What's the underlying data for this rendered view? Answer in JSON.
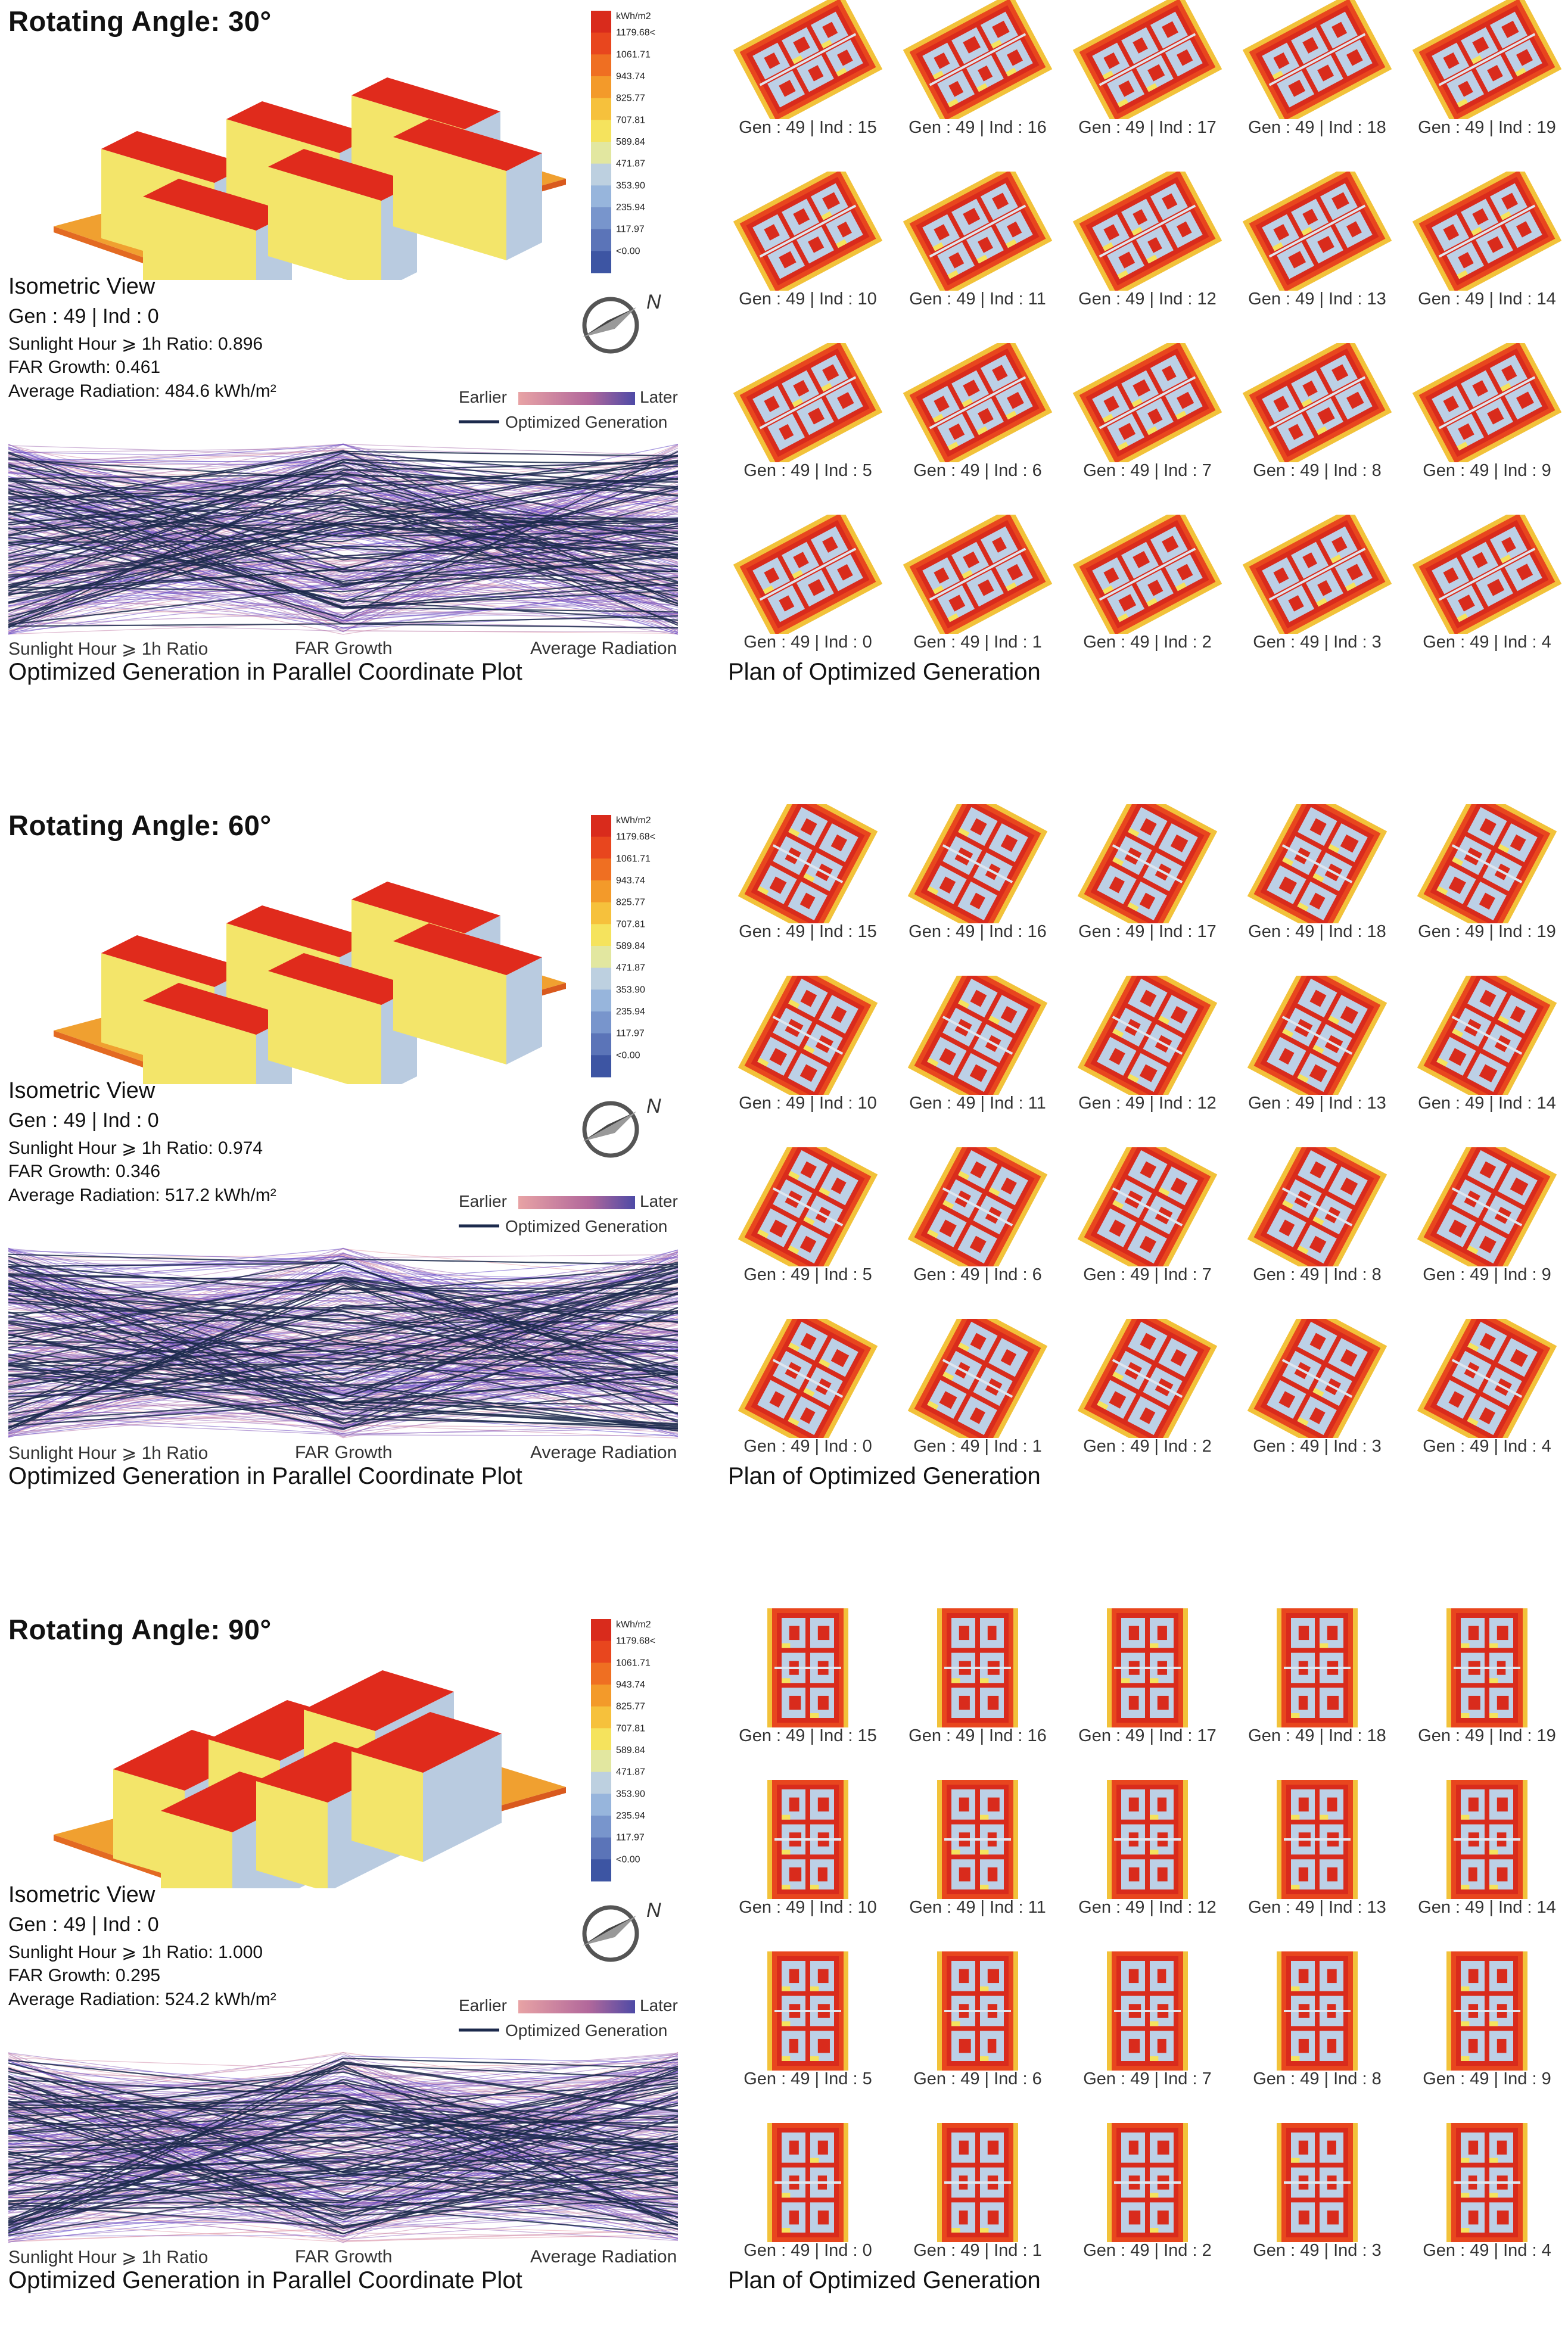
{
  "colorbar": {
    "unit": "kWh/m2",
    "ticks": [
      "1179.68<",
      "1061.71",
      "943.74",
      "825.77",
      "707.81",
      "589.84",
      "471.87",
      "353.90",
      "235.94",
      "117.97",
      "<0.00"
    ],
    "colors": [
      "#d92b1c",
      "#e8461e",
      "#ef6f22",
      "#f39a2a",
      "#f6c13c",
      "#f5e35d",
      "#e2e7a0",
      "#bdd0e0",
      "#97b5dc",
      "#7895cc",
      "#5b74b8",
      "#3d55a3"
    ]
  },
  "labels": {
    "iso_view": "Isometric View",
    "legend_earlier": "Earlier",
    "legend_later": "Later",
    "legend_optimized": "Optimized Generation",
    "axis_sunlight": "Sunlight Hour ⩾ 1h Ratio",
    "axis_far": "FAR Growth",
    "axis_radiation": "Average Radiation",
    "pcp_caption": "Optimized Generation in Parallel Coordinate Plot",
    "plan_caption": "Plan of Optimized Generation",
    "compass_n": "N"
  },
  "grid_ind_order": [
    15,
    16,
    17,
    18,
    19,
    10,
    11,
    12,
    13,
    14,
    5,
    6,
    7,
    8,
    9,
    0,
    1,
    2,
    3,
    4
  ],
  "panels": [
    {
      "angle": 30,
      "title": "Rotating Angle: 30°",
      "gen_ind": "Gen : 49  |  Ind : 0",
      "sunlight": "Sunlight Hour ⩾ 1h Ratio: 0.896",
      "far": "FAR Growth: 0.461",
      "radiation": "Average Radiation: 484.6 kWh/m²",
      "cells": [
        "Gen : 49  |  Ind : 15",
        "Gen : 49  |  Ind : 16",
        "Gen : 49  |  Ind : 17",
        "Gen : 49  |  Ind : 18",
        "Gen : 49  |  Ind : 19",
        "Gen : 49  |  Ind : 10",
        "Gen : 49  |  Ind : 11",
        "Gen : 49  |  Ind : 12",
        "Gen : 49  |  Ind : 13",
        "Gen : 49  |  Ind : 14",
        "Gen : 49  |  Ind : 5",
        "Gen : 49  |  Ind : 6",
        "Gen : 49  |  Ind : 7",
        "Gen : 49  |  Ind : 8",
        "Gen : 49  |  Ind : 9",
        "Gen : 49  |  Ind : 0",
        "Gen : 49  |  Ind : 1",
        "Gen : 49  |  Ind : 2",
        "Gen : 49  |  Ind : 3",
        "Gen : 49  |  Ind : 4"
      ]
    },
    {
      "angle": 60,
      "title": "Rotating Angle: 60°",
      "gen_ind": "Gen : 49  |  Ind : 0",
      "sunlight": "Sunlight Hour ⩾ 1h Ratio: 0.974",
      "far": "FAR Growth: 0.346",
      "radiation": "Average Radiation: 517.2 kWh/m²",
      "cells": [
        "Gen : 49  |  Ind : 15",
        "Gen : 49  |  Ind : 16",
        "Gen : 49  |  Ind : 17",
        "Gen : 49  |  Ind : 18",
        "Gen : 49  |  Ind : 19",
        "Gen : 49  |  Ind : 10",
        "Gen : 49  |  Ind : 11",
        "Gen : 49  |  Ind : 12",
        "Gen : 49  |  Ind : 13",
        "Gen : 49  |  Ind : 14",
        "Gen : 49  |  Ind : 5",
        "Gen : 49  |  Ind : 6",
        "Gen : 49  |  Ind : 7",
        "Gen : 49  |  Ind : 8",
        "Gen : 49  |  Ind : 9",
        "Gen : 49  |  Ind : 0",
        "Gen : 49  |  Ind : 1",
        "Gen : 49  |  Ind : 2",
        "Gen : 49  |  Ind : 3",
        "Gen : 49  |  Ind : 4"
      ]
    },
    {
      "angle": 90,
      "title": "Rotating Angle: 90°",
      "gen_ind": "Gen : 49  |  Ind : 0",
      "sunlight": "Sunlight Hour ⩾ 1h Ratio: 1.000",
      "far": "FAR Growth: 0.295",
      "radiation": "Average Radiation: 524.2 kWh/m²",
      "cells": [
        "Gen : 49  |  Ind : 15",
        "Gen : 49  |  Ind : 16",
        "Gen : 49  |  Ind : 17",
        "Gen : 49  |  Ind : 18",
        "Gen : 49  |  Ind : 19",
        "Gen : 49  |  Ind : 10",
        "Gen : 49  |  Ind : 11",
        "Gen : 49  |  Ind : 12",
        "Gen : 49  |  Ind : 13",
        "Gen : 49  |  Ind : 14",
        "Gen : 49  |  Ind : 5",
        "Gen : 49  |  Ind : 6",
        "Gen : 49  |  Ind : 7",
        "Gen : 49  |  Ind : 8",
        "Gen : 49  |  Ind : 9",
        "Gen : 49  |  Ind : 0",
        "Gen : 49  |  Ind : 1",
        "Gen : 49  |  Ind : 2",
        "Gen : 49  |  Ind : 3",
        "Gen : 49  |  Ind : 4"
      ]
    }
  ]
}
